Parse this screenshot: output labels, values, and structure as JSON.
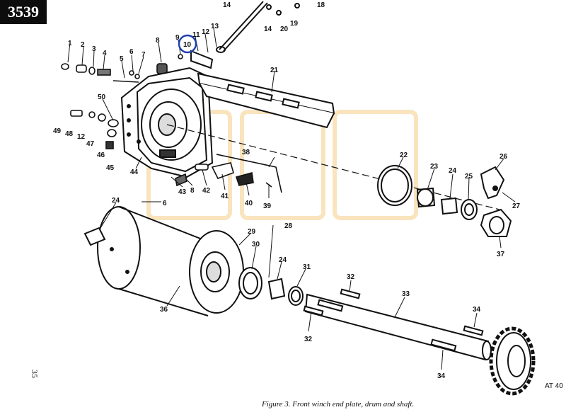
{
  "page_badge": "3539",
  "caption": "Figure 3. Front winch end plate, drum and shaft.",
  "page_number": "35",
  "drawing_ref": "AT 40",
  "highlighted_part": "10",
  "highlight_color": "#1f3fb0",
  "callouts": [
    "1",
    "2",
    "3",
    "4",
    "5",
    "6",
    "7",
    "8",
    "9",
    "10",
    "11",
    "12",
    "13",
    "14",
    "14",
    "18",
    "19",
    "20",
    "21",
    "50",
    "49",
    "48",
    "12",
    "47",
    "46",
    "45",
    "44",
    "43",
    "8",
    "42",
    "41",
    "38",
    "40",
    "39",
    "22",
    "23",
    "24",
    "25",
    "26",
    "27",
    "37",
    "24",
    "6",
    "29",
    "28",
    "30",
    "24",
    "31",
    "36",
    "32",
    "33",
    "34",
    "32",
    "34"
  ]
}
